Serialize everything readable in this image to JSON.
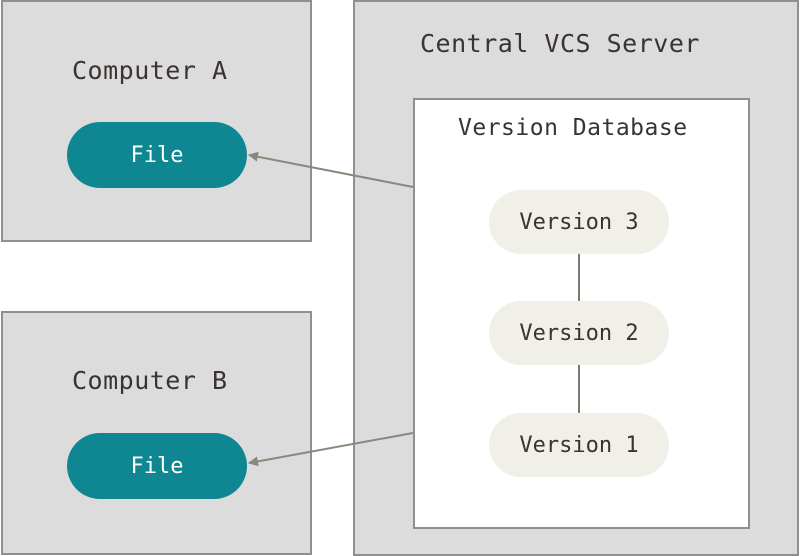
{
  "computer_a": {
    "label": "Computer A",
    "file_label": "File"
  },
  "computer_b": {
    "label": "Computer B",
    "file_label": "File"
  },
  "server": {
    "label": "Central VCS Server",
    "database": {
      "label": "Version Database",
      "versions": [
        "Version 3",
        "Version 2",
        "Version 1"
      ]
    }
  },
  "colors": {
    "box_fill": "#dcdcdc",
    "box_border": "#8f8f8f",
    "file_fill": "#0e8793",
    "version_fill": "#f0efe8",
    "text": "#3a3330",
    "arrow": "#8a877d"
  }
}
